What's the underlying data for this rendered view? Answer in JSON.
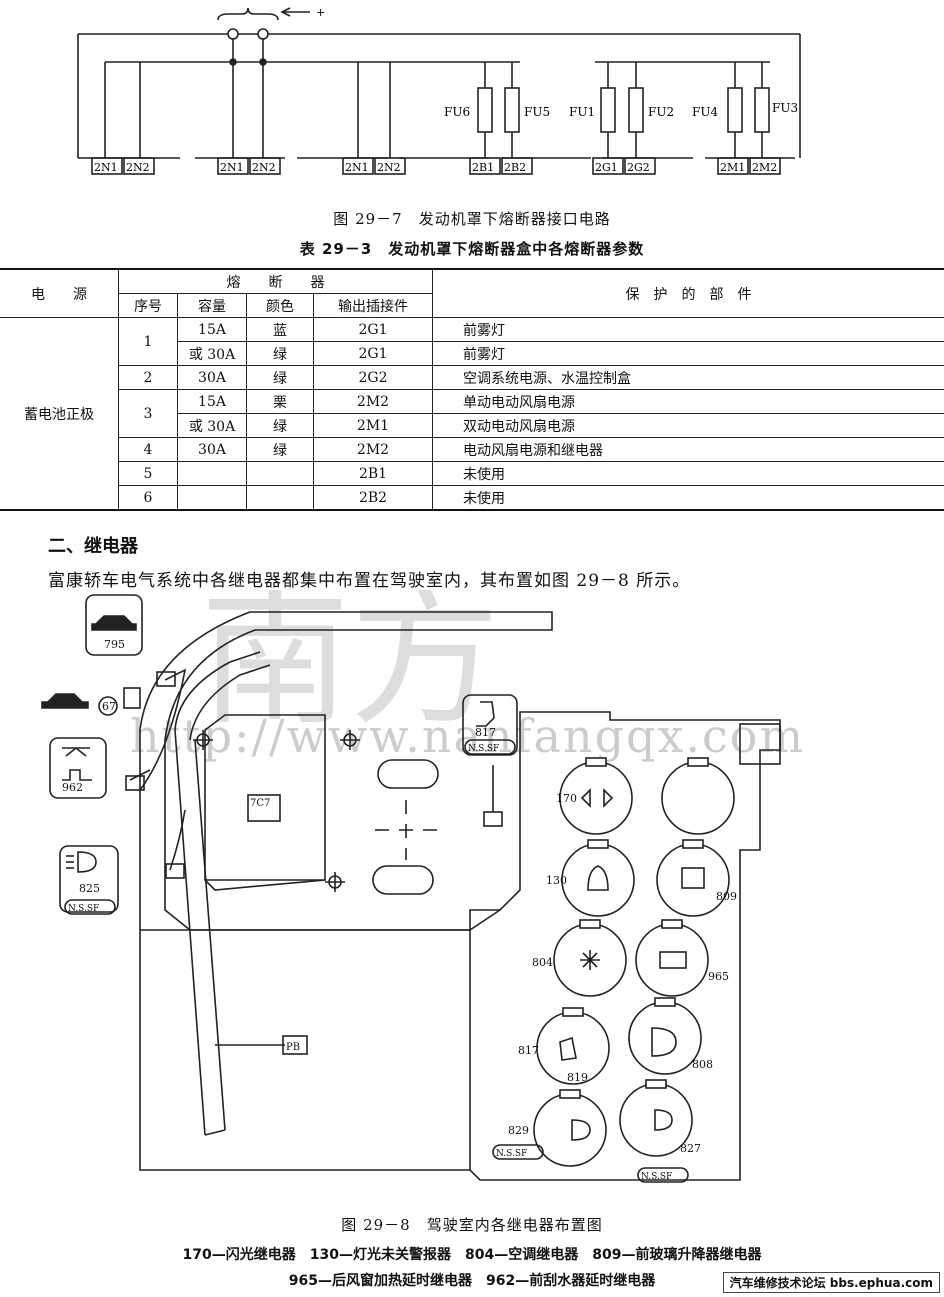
{
  "fig1": {
    "caption": "图 29－7　发动机罩下熔断器接口电路",
    "plus": "+",
    "fuses": [
      "FU6",
      "FU5",
      "FU1",
      "FU2",
      "FU4",
      "FU3"
    ],
    "connectors": [
      "2N1",
      "2N2",
      "2N1",
      "2N2",
      "2N1",
      "2N2",
      "2B1",
      "2B2",
      "2G1",
      "2G2",
      "2M1",
      "2M2"
    ]
  },
  "table": {
    "title": "表 29－3　发动机罩下熔断器盒中各熔断器参数",
    "header": {
      "source": "电　　源",
      "fuse_group": "熔　　断　　器",
      "protect": "保　护　的　部　件",
      "cols": [
        "序号",
        "容量",
        "颜色",
        "输出插接件"
      ]
    },
    "source_value": "蓄电池正极",
    "rows": [
      {
        "no": "1",
        "cap": "15A",
        "color": "蓝",
        "out": "2G1",
        "part": "前雾灯"
      },
      {
        "no": "",
        "cap": "或 30A",
        "color": "绿",
        "out": "2G1",
        "part": "前雾灯"
      },
      {
        "no": "2",
        "cap": "30A",
        "color": "绿",
        "out": "2G2",
        "part": "空调系统电源、水温控制盒"
      },
      {
        "no": "3",
        "cap": "15A",
        "color": "栗",
        "out": "2M2",
        "part": "单动电动风扇电源"
      },
      {
        "no": "",
        "cap": "或 30A",
        "color": "绿",
        "out": "2M1",
        "part": "双动电动风扇电源"
      },
      {
        "no": "4",
        "cap": "30A",
        "color": "绿",
        "out": "2M2",
        "part": "电动风扇电源和继电器"
      },
      {
        "no": "5",
        "cap": "",
        "color": "",
        "out": "2B1",
        "part": "未使用"
      },
      {
        "no": "6",
        "cap": "",
        "color": "",
        "out": "2B2",
        "part": "未使用"
      }
    ]
  },
  "section": {
    "heading": "二、继电器",
    "paragraph": "富康轿车电气系统中各继电器都集中布置在驾驶室内，其布置如图 29－8 所示。"
  },
  "fig2": {
    "caption": "图 29－8　驾驶室内各继电器布置图",
    "watermark_url": "http://www.nanfangqx.com",
    "watermark_chars": "南方",
    "labels": {
      "r795": "795",
      "r67": "67",
      "r962": "962",
      "r825": "825",
      "nssf": "N.S.SF",
      "r817": "817",
      "r170": "170",
      "r130": "130",
      "r809": "809",
      "r804": "804",
      "r965": "965",
      "r819": "819",
      "r808": "808",
      "r829": "829",
      "r827": "827",
      "pb": "PB",
      "box": "7C7"
    },
    "legend_line1": "170—闪光继电器　130—灯光未关警报器　804—空调继电器　809—前玻璃升降器继电器",
    "legend_line2": "965—后风窗加热延时继电器　962—前刮水器延时继电器"
  },
  "footer_badge": "汽车维修技术论坛 bbs.ephua.com"
}
